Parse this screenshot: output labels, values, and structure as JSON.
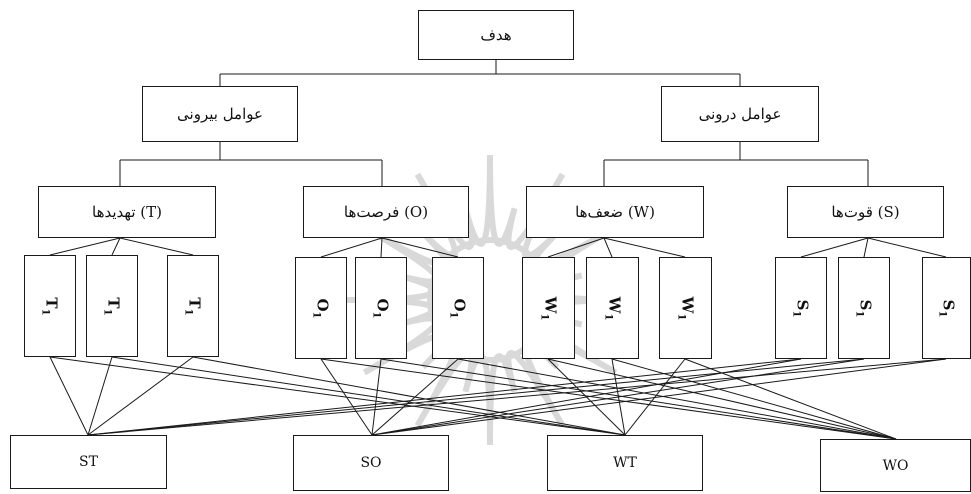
{
  "root": {
    "label": "هدف"
  },
  "categories": [
    {
      "key": "internal",
      "label": "عوامل درونی"
    },
    {
      "key": "external",
      "label": "عوامل بیرونی"
    }
  ],
  "groups": [
    {
      "key": "S",
      "label": "قوت‌ها (S)",
      "parent": "internal"
    },
    {
      "key": "W",
      "label": "ضعف‌ها (W)",
      "parent": "internal"
    },
    {
      "key": "O",
      "label": "فرصت‌ها (O)",
      "parent": "external"
    },
    {
      "key": "T",
      "label": "تهدیدها (T)",
      "parent": "external"
    }
  ],
  "factors": {
    "T": [
      {
        "base": "T",
        "sub": "1"
      },
      {
        "base": "T",
        "sub": "1"
      },
      {
        "base": "T",
        "sub": "1"
      }
    ],
    "O": [
      {
        "base": "O",
        "sub": "1"
      },
      {
        "base": "O",
        "sub": "1"
      },
      {
        "base": "O",
        "sub": "1"
      }
    ],
    "W": [
      {
        "base": "W",
        "sub": "1"
      },
      {
        "base": "W",
        "sub": "1"
      },
      {
        "base": "W",
        "sub": "1"
      }
    ],
    "S": [
      {
        "base": "S",
        "sub": "1"
      },
      {
        "base": "S",
        "sub": "1"
      },
      {
        "base": "S",
        "sub": "1"
      }
    ]
  },
  "strategies": [
    {
      "key": "ST",
      "label": "ST"
    },
    {
      "key": "SO",
      "label": "SO"
    },
    {
      "key": "WT",
      "label": "WT"
    },
    {
      "key": "WO",
      "label": "WO"
    }
  ],
  "colors": {
    "stroke": "#1a1a1a",
    "watermark": "#d9d9d9"
  }
}
